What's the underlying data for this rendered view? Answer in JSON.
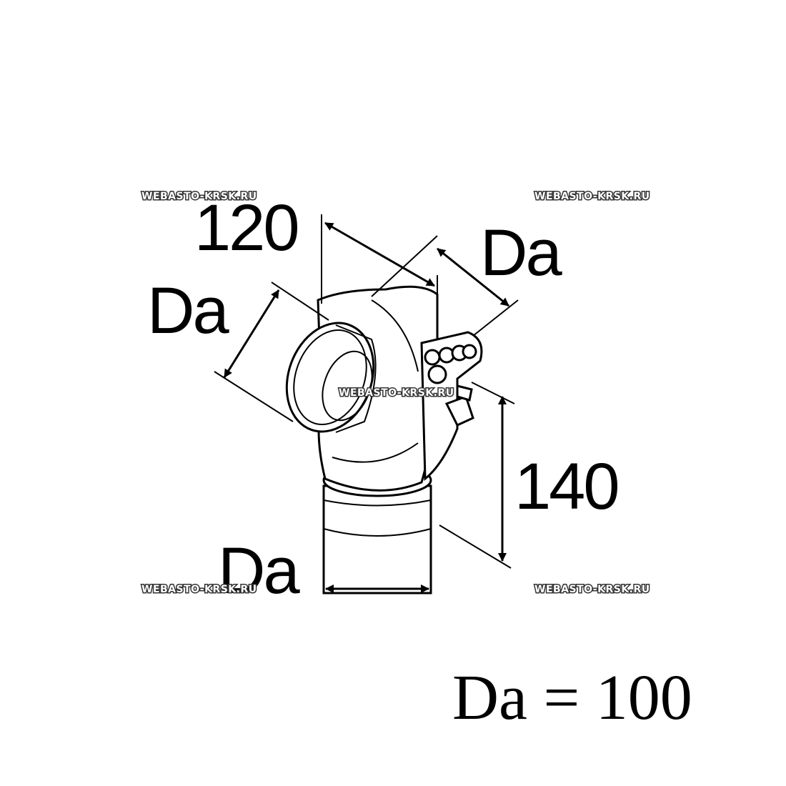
{
  "watermarks": {
    "top_left": "WEBASTO-KRSK.RU",
    "top_right": "WEBASTO-KRSK.RU",
    "center": "WEBASTO-KRSK.RU",
    "bottom_left": "WEBASTO-KRSK.RU",
    "bottom_right": "WEBASTO-KRSK.RU"
  },
  "dimensions": {
    "length_top": "120",
    "diameter_upper_right": "Da",
    "diameter_left": "Da",
    "height_right": "140",
    "diameter_bottom": "Da"
  },
  "formula": "Da = 100"
}
